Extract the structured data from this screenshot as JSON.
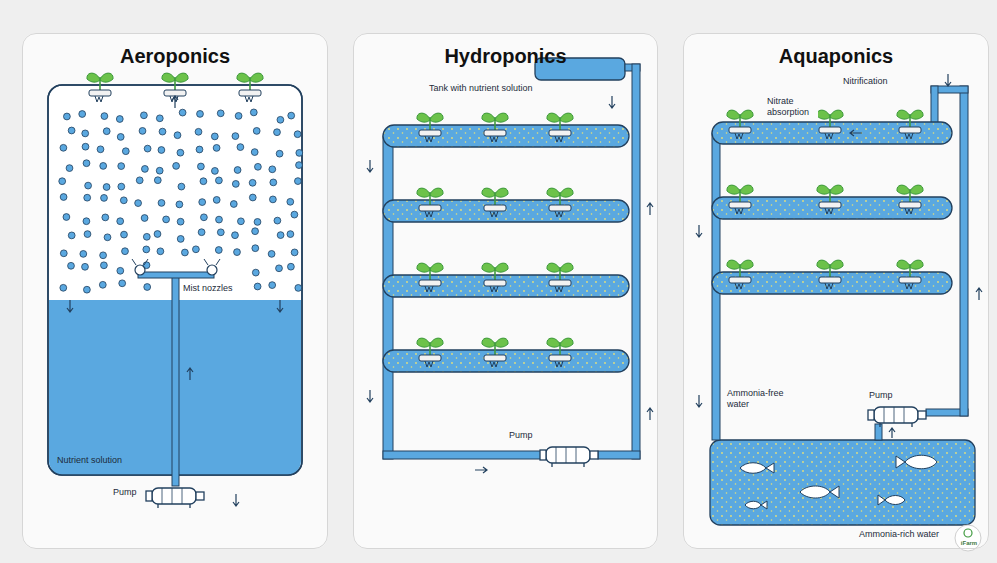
{
  "diagram": {
    "nodes": [
      {
        "text": [
          "Aeroponics"
        ]
      },
      {
        "text": [
          "Hydroponics"
        ]
      },
      {
        "text": [
          "Aquaponics"
        ]
      }
    ],
    "labels": [
      "Mist nozzles",
      "Nutrient solution",
      "Pump",
      "Tank with nutrient solution",
      "Pump",
      "Nitrate absorption",
      "Nitrification",
      "Ammonia-free water",
      "Pump",
      "Ammonia-rich water",
      "iFarm"
    ]
  }
}
